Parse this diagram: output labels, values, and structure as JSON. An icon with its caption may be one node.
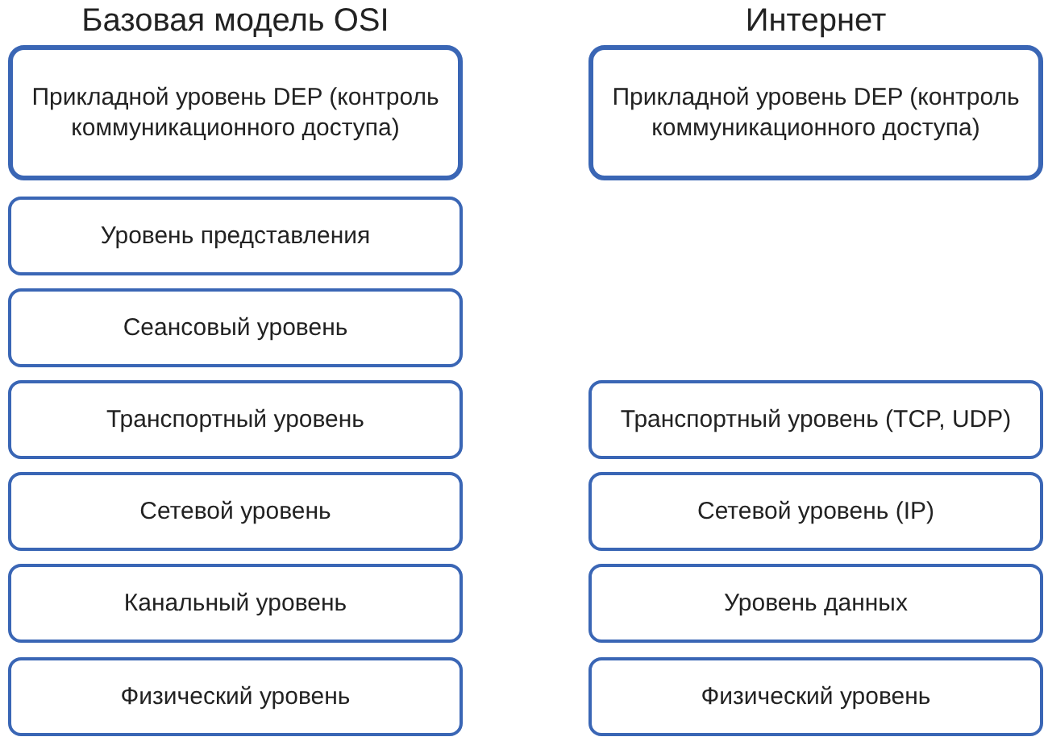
{
  "diagram": {
    "nodes": [
      {
        "text": [
          "Прикладной уровень DEP (контроль коммуникационного доступа)"
        ]
      },
      {
        "text": [
          "Уровень представления"
        ]
      },
      {
        "text": [
          "Сеансовый уровень"
        ]
      },
      {
        "text": [
          "Транспортный уровень"
        ]
      },
      {
        "text": [
          "Сетевой уровень"
        ]
      },
      {
        "text": [
          "Канальный уровень"
        ]
      },
      {
        "text": [
          "Физический уровень"
        ]
      },
      {
        "text": [
          "Прикладной уровень DEP (контроль коммуникационного доступа)"
        ]
      },
      {
        "text": [
          "Транспортный уровень (TCP, UDP)"
        ]
      },
      {
        "text": [
          "Сетевой уровень (IP)"
        ]
      },
      {
        "text": [
          "Уровень данных"
        ]
      },
      {
        "text": [
          "Физический уровень"
        ]
      }
    ],
    "labels": [
      "Базовая модель OSI",
      "Интернет"
    ]
  }
}
